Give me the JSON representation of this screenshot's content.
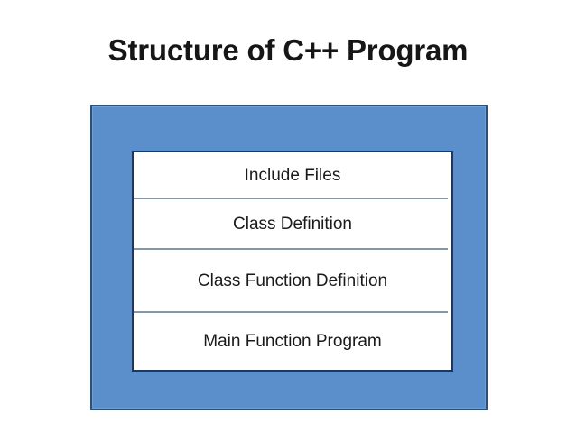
{
  "slide": {
    "title": "Structure of C++ Program",
    "background_color": "#ffffff",
    "title_color": "#161616"
  },
  "frame": {
    "fill_color": "#5b8fcc",
    "border_color": "#2e4f76",
    "inner_box_border_color": "#20375a",
    "inner_box_fill_color": "#ffffff",
    "divider_color": "#8596a8"
  },
  "diagram": {
    "type": "stacked-block-diagram",
    "rows": [
      {
        "label": "Include Files"
      },
      {
        "label": "Class Definition"
      },
      {
        "label": "Class Function Definition"
      },
      {
        "label": "Main Function Program"
      }
    ]
  }
}
